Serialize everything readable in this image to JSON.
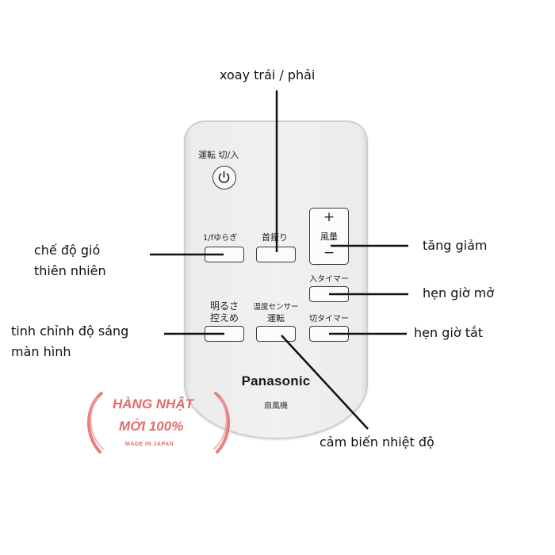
{
  "remote": {
    "power_label": "運転 切/入",
    "fan_label": "風量",
    "plus": "+",
    "minus": "−",
    "natural_wind_label": "1/fゆらぎ",
    "swing_label": "首振り",
    "on_timer_label": "入タイマー",
    "brightness_label_1": "明るさ",
    "brightness_label_2": "控えめ",
    "sensor_label_1": "温度センサー",
    "sensor_label_2": "運転",
    "off_timer_label": "切タイマー",
    "brand": "Panasonic",
    "product": "扇風機"
  },
  "annotations": {
    "swing": "xoay trái / phải",
    "natural_wind_1": "chế độ gió",
    "natural_wind_2": "thiên nhiên",
    "fan_speed": "tăng giảm",
    "on_timer": "hẹn giờ mở",
    "off_timer": "hẹn giờ tắt",
    "brightness_1": "tinh chỉnh độ  sáng",
    "brightness_2": "màn hình",
    "sensor": "cảm biến nhiệt độ"
  },
  "watermark": {
    "line1": "HÀNG NHẬT",
    "line2": "MỚI 100%",
    "line3": "MADE IN JAPAN"
  },
  "colors": {
    "remote_body": "#eeeeee",
    "button_border": "#3a3a3a",
    "watermark": "#e36b6b",
    "leader_line": "#111111"
  }
}
